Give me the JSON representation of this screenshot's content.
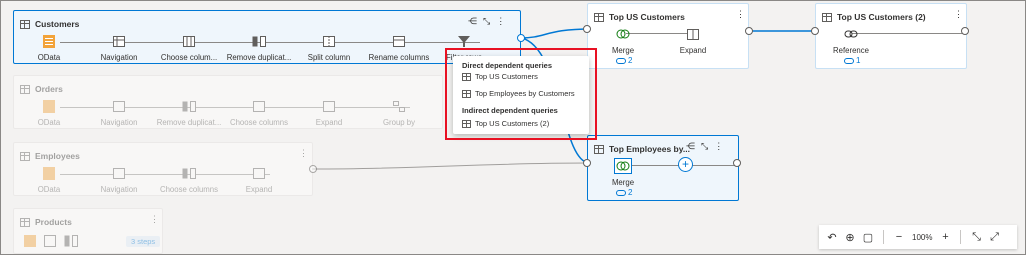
{
  "colors": {
    "accent": "#0078d4",
    "highlight": "#e81123",
    "background": "#f3f2f1"
  },
  "queries": {
    "customers": {
      "title": "Customers",
      "steps": [
        "OData",
        "Navigation",
        "Choose colum...",
        "Remove duplicat...",
        "Split column",
        "Rename columns",
        "Filter rows"
      ]
    },
    "orders": {
      "title": "Orders",
      "steps": [
        "OData",
        "Navigation",
        "Remove duplicat...",
        "Choose columns",
        "Expand",
        "Group by"
      ]
    },
    "employees": {
      "title": "Employees",
      "steps": [
        "OData",
        "Navigation",
        "Choose columns",
        "Expand"
      ]
    },
    "products": {
      "title": "Products",
      "steps_badge": "3 steps"
    },
    "top_us": {
      "title": "Top US Customers",
      "steps": [
        "Merge",
        "Expand"
      ],
      "refs": "2"
    },
    "top_us2": {
      "title": "Top US Customers (2)",
      "steps": [
        "Reference"
      ],
      "refs": "1"
    },
    "top_emp": {
      "title": "Top Employees by...",
      "steps": [
        "Merge"
      ],
      "refs": "2"
    }
  },
  "popup": {
    "direct_header": "Direct dependent queries",
    "direct": [
      "Top US Customers",
      "Top Employees by Customers"
    ],
    "indirect_header": "Indirect dependent queries",
    "indirect": [
      "Top US Customers (2)"
    ]
  },
  "toolbar": {
    "zoom": "100%"
  }
}
